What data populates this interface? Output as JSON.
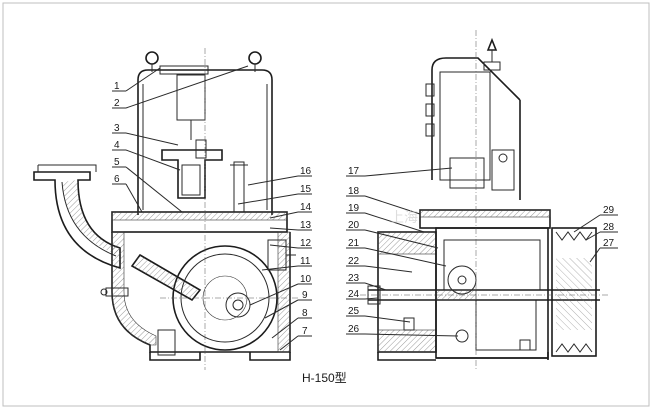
{
  "caption": "H-150型",
  "left_callouts": [
    "1",
    "2",
    "3",
    "4",
    "5",
    "6",
    "16",
    "15",
    "14",
    "13",
    "12",
    "11",
    "10",
    "9",
    "8",
    "7"
  ],
  "right_callouts": [
    "17",
    "18",
    "19",
    "20",
    "21",
    "22",
    "23",
    "24",
    "25",
    "26",
    "29",
    "28",
    "27"
  ],
  "watermark": "上海",
  "colors": {
    "line": "#1c1c1c",
    "background": "#ffffff",
    "frame": "#bfbfbf"
  }
}
